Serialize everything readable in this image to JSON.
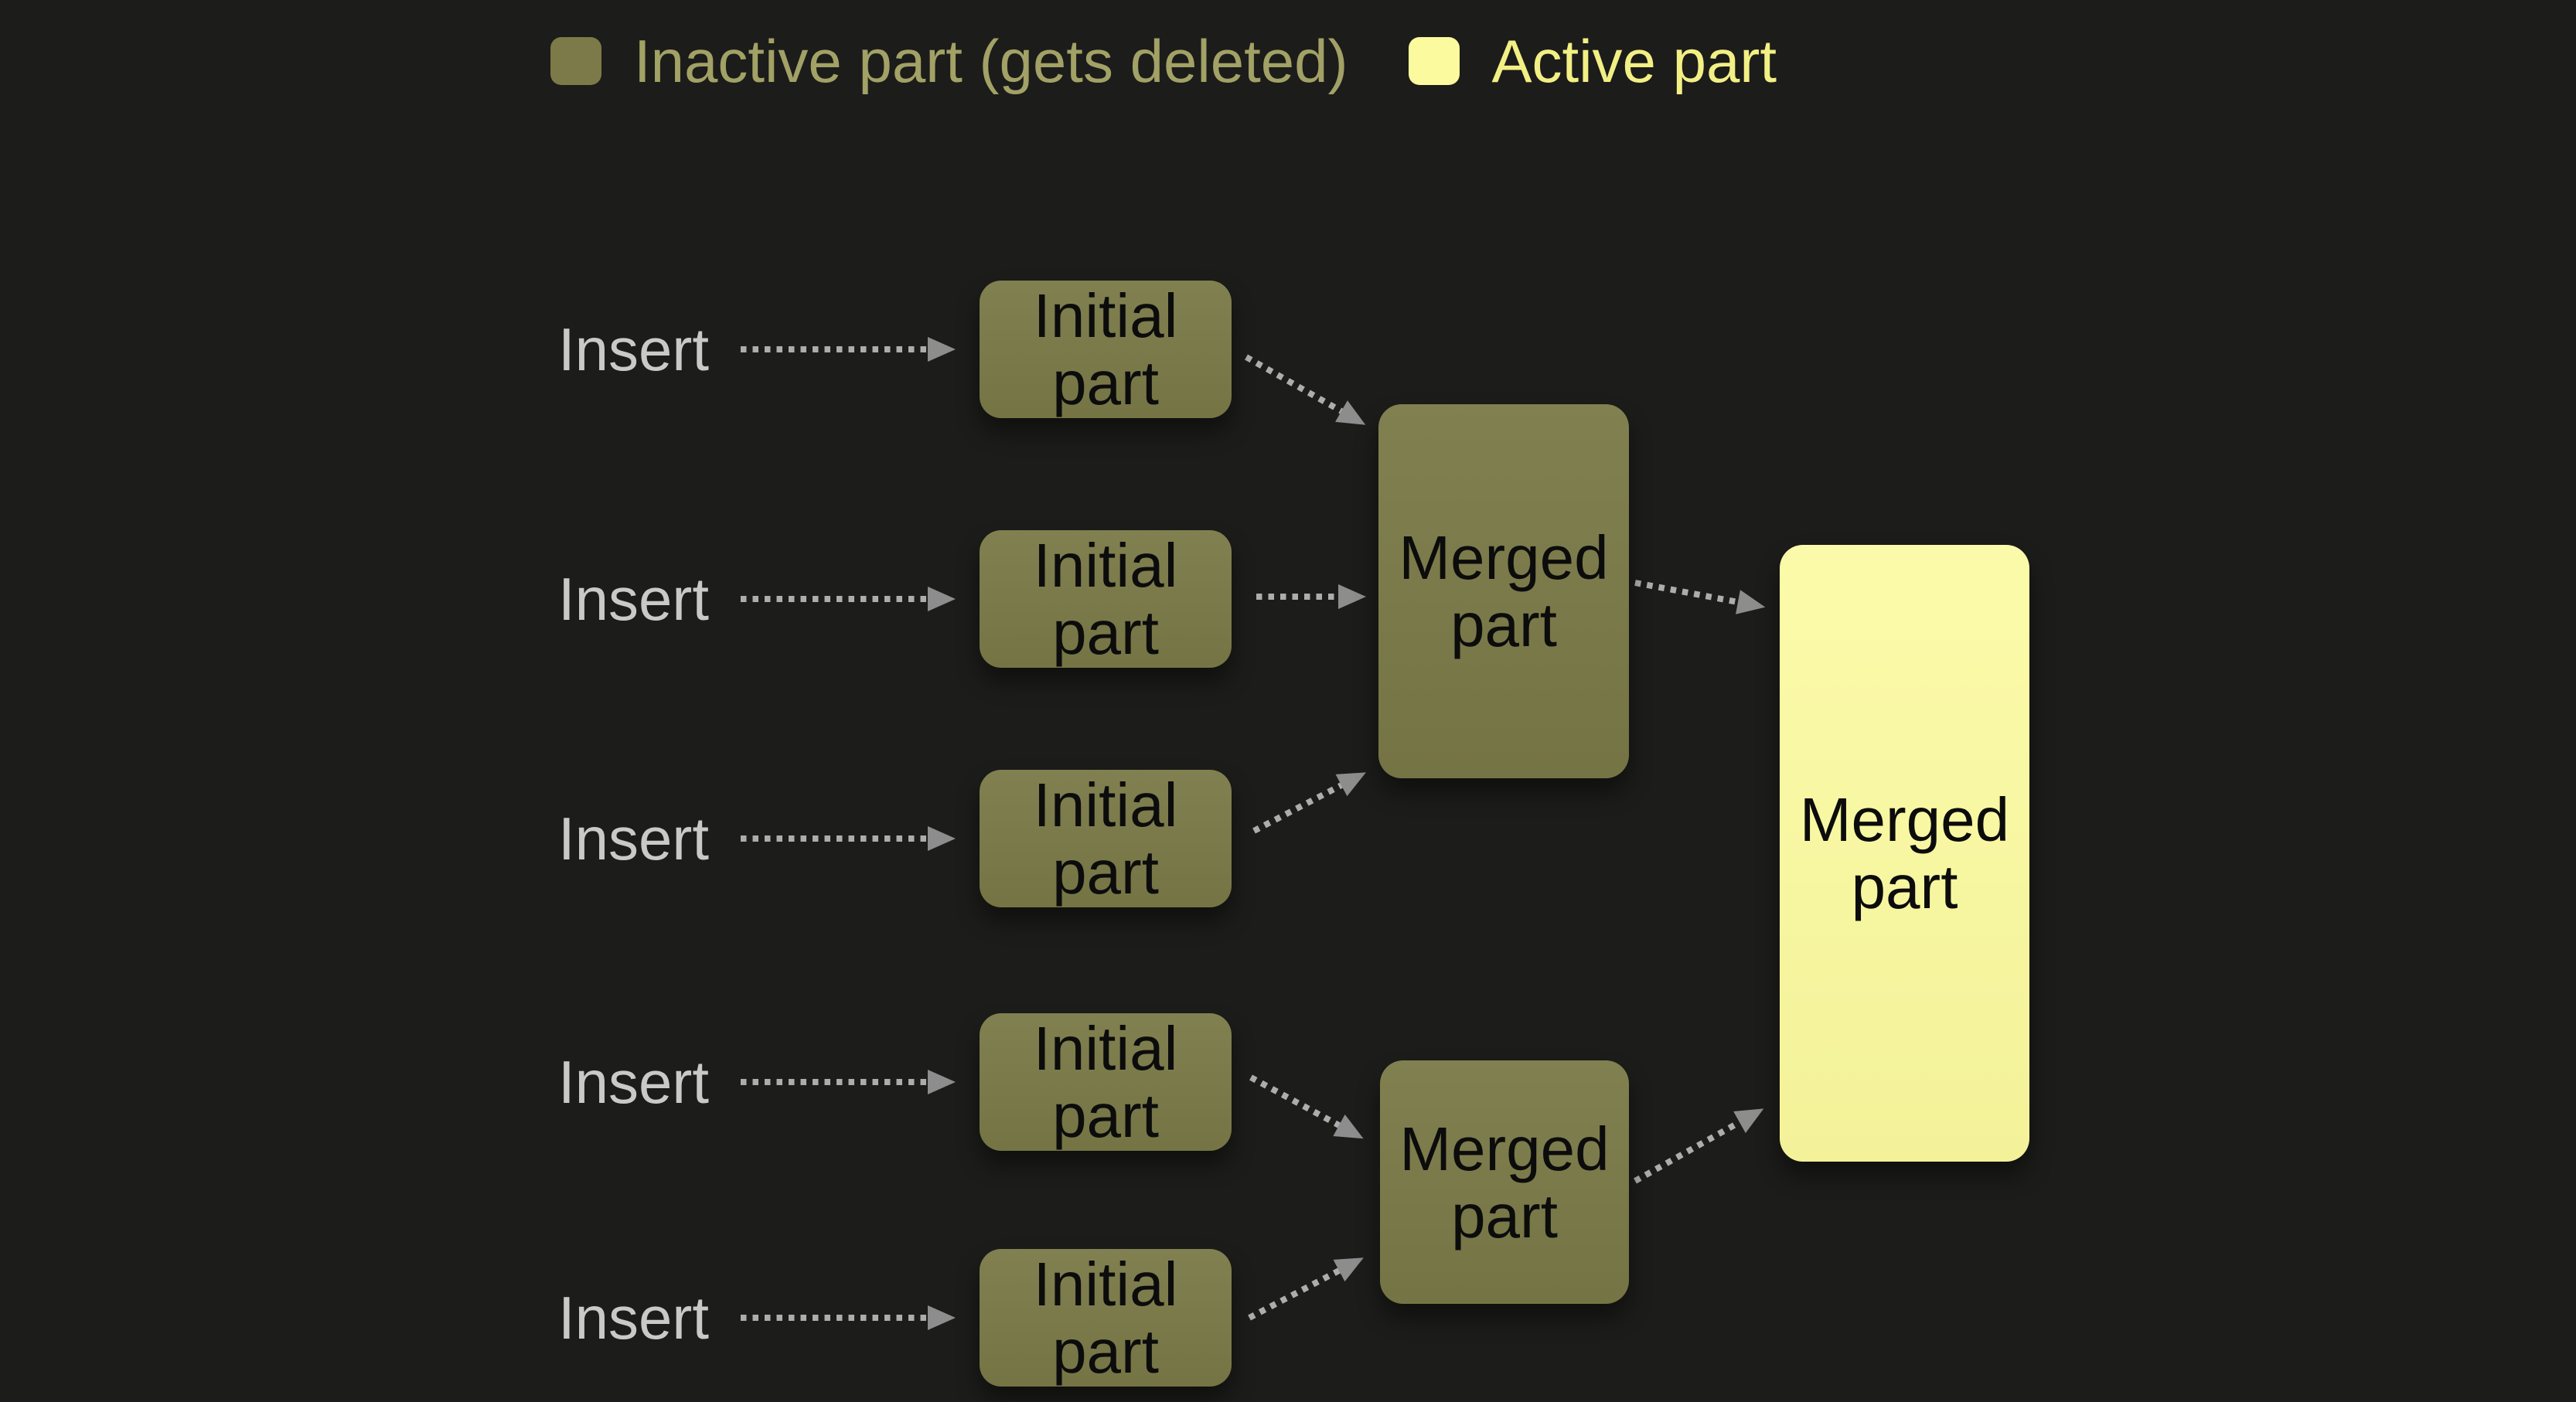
{
  "legend": {
    "items": [
      {
        "id": "inactive",
        "label": "Inactive part (gets deleted)"
      },
      {
        "id": "active",
        "label": "Active part"
      }
    ]
  },
  "labels": {
    "insert": "Insert",
    "initial_part": "Initial part",
    "merged_part": "Merged part"
  },
  "diagram": {
    "insert_count": 5,
    "initial_part_count": 5,
    "inactive_merged_part_count": 2,
    "active_merged_part_count": 1
  },
  "colors": {
    "background": "#1c1c1a",
    "inactive_part_fill": "#7b7a48",
    "active_part_fill": "#fbfa9e",
    "legend_inactive_text": "#a2a166",
    "legend_active_text": "#f2ef85",
    "box_text": "#0c0c0c",
    "insert_text": "#c9c9c9",
    "arrow_line": "#adadad",
    "arrow_head": "#8d8d8d"
  }
}
